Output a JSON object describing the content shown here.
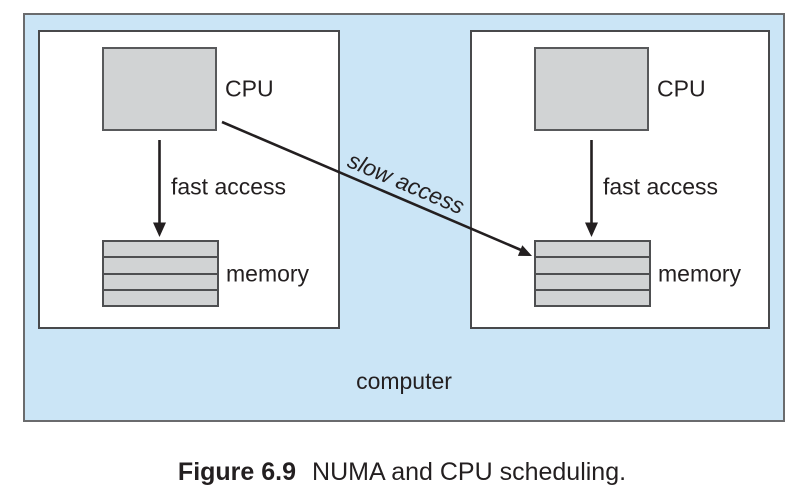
{
  "figure_caption": {
    "label": "Figure 6.9",
    "text": "NUMA and CPU scheduling."
  },
  "diagram": {
    "computer_label": "computer",
    "slow_access_label": "slow access",
    "nodes": [
      {
        "cpu_label": "CPU",
        "fast_access_label": "fast access",
        "memory_label": "memory"
      },
      {
        "cpu_label": "CPU",
        "fast_access_label": "fast access",
        "memory_label": "memory"
      }
    ],
    "colors": {
      "computer_fill": "#cbe5f6",
      "component_fill": "#d1d3d4",
      "box_border": "#58595b",
      "arrow": "#231f20",
      "text": "#231f20"
    }
  }
}
